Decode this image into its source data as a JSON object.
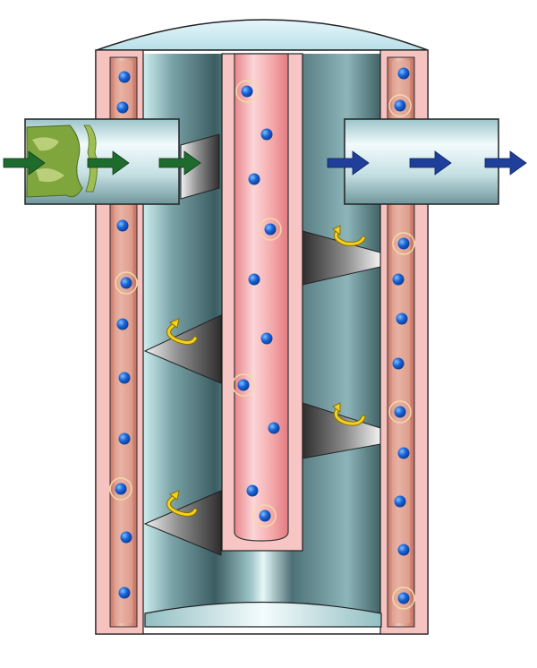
{
  "diagram": {
    "components": [
      {
        "id": "vessel-dome",
        "kind": "top-dome"
      },
      {
        "id": "left-jacket-wall",
        "kind": "heated-wall"
      },
      {
        "id": "right-jacket-wall",
        "kind": "heated-wall"
      },
      {
        "id": "central-heated-shaft",
        "kind": "heated-core"
      },
      {
        "id": "inlet-pipe",
        "kind": "pipe",
        "side": "left",
        "contents": "green sludge"
      },
      {
        "id": "outlet-pipe",
        "kind": "pipe",
        "side": "right"
      },
      {
        "id": "screw-flights",
        "kind": "helical-screw",
        "count": 4
      },
      {
        "id": "bottom-plate",
        "kind": "base"
      }
    ],
    "flows": {
      "inlet": {
        "direction": "right",
        "arrow_count": 3,
        "color": "#1e6b2e"
      },
      "outlet": {
        "direction": "right",
        "arrow_count": 3,
        "color": "#1f3f9a"
      },
      "rotation_arrows": {
        "count": 4,
        "color": "#f2d21f"
      }
    },
    "colors": {
      "heated_wall": "#f3b4b2",
      "heated_wall_core": "#d77d72",
      "shaft": "#f19a9b",
      "interior_dark": "#3f6066",
      "interior_light": "#d9f0f2",
      "particle": "#1a5fd6"
    }
  }
}
